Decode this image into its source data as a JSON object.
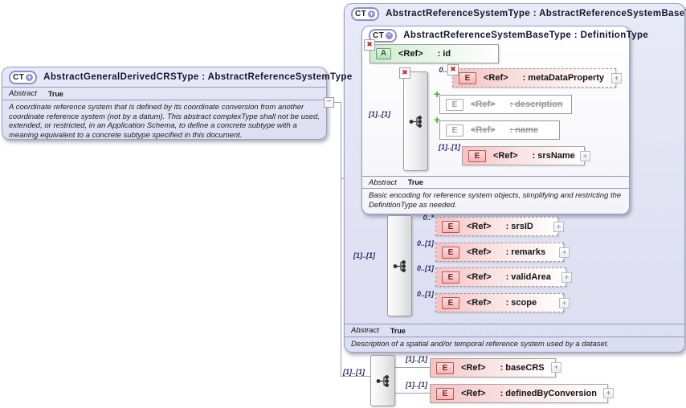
{
  "left_box": {
    "badge": "CT",
    "badge_sign": "+",
    "title": "AbstractGeneralDerivedCRSType : AbstractReferenceSystemType",
    "facet_label": "Abstract",
    "facet_value": "True",
    "annotation": "A coordinate reference system that is defined by its coordinate conversion from another coordinate reference system (not by a datum). This abstract complexType shall not be used, extended, or restricted, in an Application Schema, to define a concrete subtype with a meaning equivalent to a concrete subtype specified in this document."
  },
  "outer_box": {
    "badge": "CT",
    "badge_sign": "+",
    "title": "AbstractReferenceSystemType : AbstractReferenceSystemBaseType",
    "facet_label": "Abstract",
    "facet_value": "True",
    "annotation": "Description of a spatial and/or temporal reference system used by a dataset."
  },
  "inner_box": {
    "badge": "CT",
    "badge_sign": "−",
    "title": "AbstractReferenceSystemBaseType : DefinitionType",
    "facet_label": "Abstract",
    "facet_value": "True",
    "annotation": "Basic encoding for reference system objects, simplifying and restricting the DefinitionType as needed."
  },
  "attribute_id": {
    "badge": "A",
    "ref": "<Ref>",
    "name": ": id"
  },
  "elements": {
    "metaDataProperty": {
      "badge": "E",
      "ref": "<Ref>",
      "name": ": metaDataProperty",
      "cardinality": "0..*"
    },
    "description": {
      "badge": "E",
      "ref": "<Ref>",
      "name": ": description"
    },
    "name": {
      "badge": "E",
      "ref": "<Ref>",
      "name": ": name"
    },
    "srsName": {
      "badge": "E",
      "ref": "<Ref>",
      "name": ": srsName",
      "cardinality": "[1]..[1]"
    },
    "srsID": {
      "badge": "E",
      "ref": "<Ref>",
      "name": ": srsID",
      "cardinality": "0..*"
    },
    "remarks": {
      "badge": "E",
      "ref": "<Ref>",
      "name": ": remarks",
      "cardinality": "0..[1]"
    },
    "validArea": {
      "badge": "E",
      "ref": "<Ref>",
      "name": ": validArea",
      "cardinality": "0..[1]"
    },
    "scope": {
      "badge": "E",
      "ref": "<Ref>",
      "name": ": scope",
      "cardinality": "0..[1]"
    },
    "baseCRS": {
      "badge": "E",
      "ref": "<Ref>",
      "name": ": baseCRS",
      "cardinality": "[1]..[1]"
    },
    "definedByConversion": {
      "badge": "E",
      "ref": "<Ref>",
      "name": ": definedByConversion",
      "cardinality": "[1]..[1]"
    }
  },
  "groups": {
    "base_content": {
      "cardinality": "[1]..[1]"
    },
    "reference_system": {
      "cardinality": "[1]..[1]"
    },
    "derived_crs": {
      "cardinality": "[1]..[1]"
    }
  },
  "icons": {
    "prohibited": "✖",
    "deprecated_add": "+",
    "expand": "+",
    "collapse": "−"
  },
  "colors": {
    "element_pink": "#f4c3c3",
    "attribute_green": "#cfeccf",
    "box_lavender": "#dcdef1",
    "prohibited_red": "#cf2020",
    "added_green": "#3fae2a"
  }
}
